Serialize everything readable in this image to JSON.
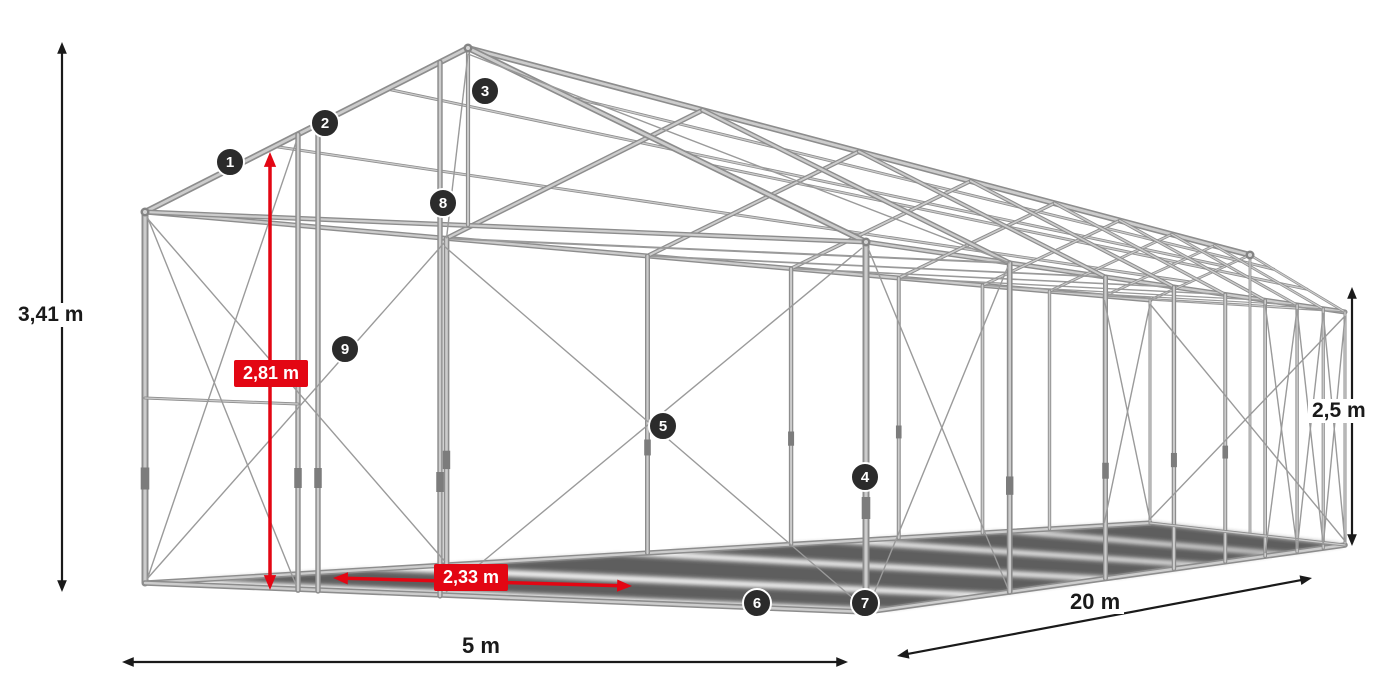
{
  "diagram": {
    "type": "product-dimension-diagram",
    "illustration": "tent-steel-frame-perspective-wireframe",
    "dimensions": {
      "total_height": "3,41 m",
      "inner_height": "2,81 m",
      "side_height": "2,5 m",
      "width": "5 m",
      "length": "20 m",
      "entry_width": "2,33 m"
    },
    "callouts": [
      "1",
      "2",
      "3",
      "4",
      "5",
      "6",
      "7",
      "8",
      "9"
    ],
    "colors": {
      "accent_red": "#e30613",
      "dimension_black": "#1a1a1a",
      "badge_bg": "#2b2b2b",
      "frame_light": "#cccccc",
      "frame_dark": "#8d8d8d",
      "brace_gray": "#9a9a9a",
      "shadow_gray": "#3a3a3a"
    }
  }
}
